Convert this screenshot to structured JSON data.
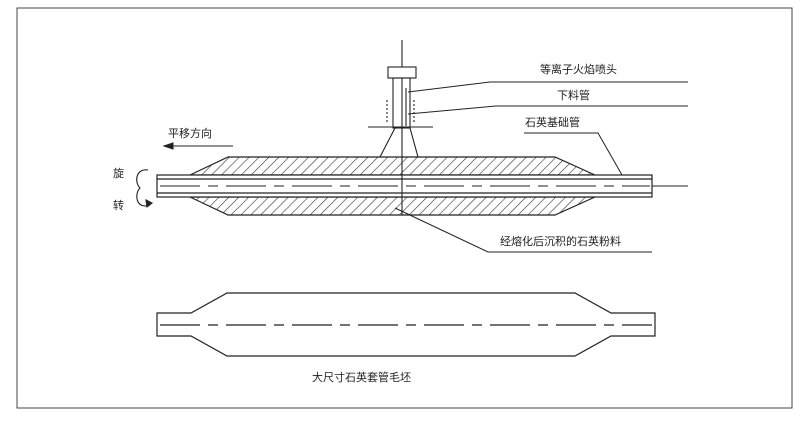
{
  "labels": {
    "plasma_nozzle": "等离子火焰喷头",
    "feed_tube": "下料管",
    "base_tube": "石英基础管",
    "translation_direction": "平移方向",
    "rotation_1": "旋",
    "rotation_2": "转",
    "deposited_powder": "经熔化后沉积的石英粉料",
    "preform": "大尺寸石英套管毛坯"
  }
}
